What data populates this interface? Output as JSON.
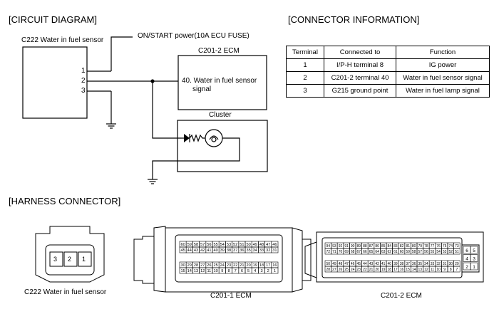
{
  "sections": {
    "circuit": "[CIRCUIT DIAGRAM]",
    "connector_info": "[CONNECTOR INFORMATION]",
    "harness": "[HARNESS CONNECTOR]"
  },
  "circuit": {
    "sensor_name": "C222 Water in fuel sensor",
    "power_label": "ON/START power(10A ECU FUSE)",
    "ecu_title": "C201-2 ECM",
    "ecu_signal_line1": "40. Water in fuel sensor",
    "ecu_signal_line2": "signal",
    "cluster_title": "Cluster",
    "pins": [
      "1",
      "2",
      "3"
    ]
  },
  "connector_table": {
    "headers": [
      "Terminal",
      "Connected to",
      "Function"
    ],
    "rows": [
      [
        "1",
        "I/P-H terminal 8",
        "IG power"
      ],
      [
        "2",
        "C201-2 terminal 40",
        "Water in fuel sensor signal"
      ],
      [
        "3",
        "G215 ground point",
        "Water in fuel lamp signal"
      ]
    ]
  },
  "harness": {
    "sensor_connector_pins": [
      "3",
      "2",
      "1"
    ],
    "sensor_label": "C222 Water in fuel sensor",
    "ecm1_label": "C201-1 ECM",
    "ecm2_label": "C201-2 ECM",
    "ecm1_rows": [
      [
        "60",
        "59",
        "58",
        "57",
        "56",
        "55",
        "54",
        "53",
        "52",
        "51",
        "50",
        "49",
        "48",
        "47",
        "46"
      ],
      [
        "45",
        "44",
        "43",
        "42",
        "41",
        "40",
        "39",
        "38",
        "37",
        "36",
        "35",
        "34",
        "33",
        "32",
        "31"
      ],
      [
        "30",
        "29",
        "28",
        "27",
        "26",
        "25",
        "24",
        "23",
        "22",
        "21",
        "20",
        "19",
        "18",
        "17",
        "16"
      ],
      [
        "15",
        "14",
        "13",
        "12",
        "11",
        "10",
        "9",
        "8",
        "7",
        "6",
        "5",
        "4",
        "3",
        "2",
        "1"
      ]
    ],
    "ecm2_rows": [
      [
        "94",
        "93",
        "92",
        "91",
        "90",
        "89",
        "88",
        "87",
        "86",
        "85",
        "84",
        "83",
        "82",
        "81",
        "80",
        "79",
        "78",
        "77",
        "76",
        "75",
        "74",
        "73"
      ],
      [
        "72",
        "71",
        "70",
        "69",
        "68",
        "67",
        "66",
        "65",
        "64",
        "63",
        "62",
        "61",
        "60",
        "59",
        "58",
        "57",
        "56",
        "55",
        "54",
        "53",
        "52",
        "51"
      ],
      [
        "50",
        "49",
        "48",
        "47",
        "46",
        "45",
        "44",
        "43",
        "42",
        "41",
        "40",
        "39",
        "38",
        "37",
        "36",
        "35",
        "34",
        "33",
        "32",
        "31",
        "30",
        "29"
      ],
      [
        "28",
        "27",
        "26",
        "25",
        "24",
        "23",
        "22",
        "21",
        "20",
        "19",
        "18",
        "17",
        "16",
        "15",
        "14",
        "13",
        "12",
        "11",
        "10",
        "9",
        "8",
        "7"
      ]
    ],
    "ecm2_side_pins": [
      [
        "6",
        "5"
      ],
      [
        "4",
        "3"
      ],
      [
        "2",
        "1"
      ]
    ]
  }
}
